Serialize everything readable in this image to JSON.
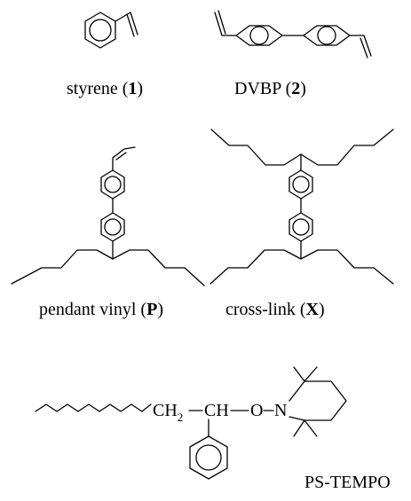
{
  "styrene": {
    "name": "styrene (",
    "num": "1",
    "close": ")"
  },
  "dvbp": {
    "name": "DVBP (",
    "num": "2",
    "close": ")"
  },
  "pendant": {
    "name": "pendant vinyl (",
    "num": "P",
    "close": ")"
  },
  "crosslink": {
    "name": "cross-link (",
    "num": "X",
    "close": ")"
  },
  "pstempo": {
    "ch2": "CH",
    "ch2_sub": "2",
    "ch": "CH",
    "o": "O",
    "n": "N",
    "label": "PS-TEMPO"
  },
  "colors": {
    "ink": "#000000",
    "background": "#ffffff"
  }
}
